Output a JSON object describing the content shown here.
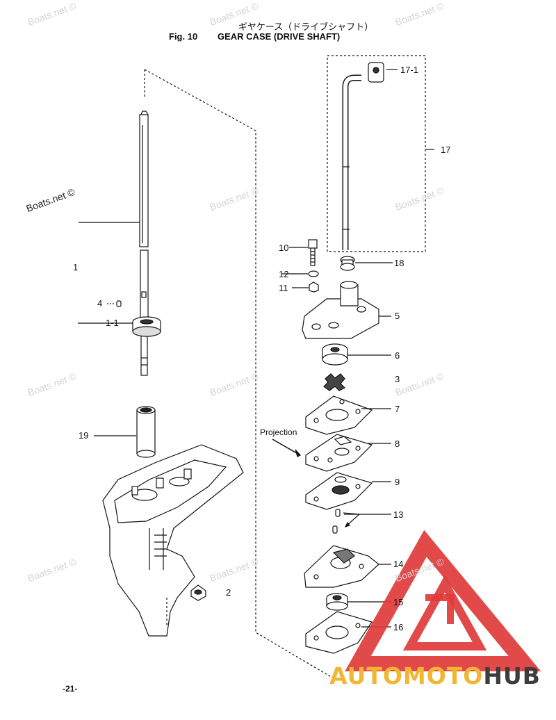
{
  "header": {
    "title_jp": "ギヤケース（ドライブシャフト）",
    "fig_number": "Fig. 10",
    "title_en": "GEAR CASE (DRIVE SHAFT)"
  },
  "callouts": {
    "p1": "1",
    "p1_1": "1-1",
    "p2": "2",
    "p3": "3",
    "p4": "4",
    "p5": "5",
    "p6": "6",
    "p7": "7",
    "p8": "8",
    "p9": "9",
    "p10": "10",
    "p11": "11",
    "p12": "12",
    "p13": "13",
    "p14": "14",
    "p15": "15",
    "p16": "16",
    "p17": "17",
    "p17_1": "17-1",
    "p18": "18",
    "p19": "19"
  },
  "annotation": {
    "projection": "Projection"
  },
  "watermark": {
    "text": "Boats.net ©"
  },
  "page_number": "-21-",
  "logo": {
    "part1": "AUTO",
    "part2": "MOTO",
    "part3": "HUB"
  },
  "colors": {
    "logo_red": "#e03a3a",
    "logo_yellow": "#f2b632",
    "logo_gray": "#3d3d3d",
    "watermark": "#d4d4d4"
  }
}
